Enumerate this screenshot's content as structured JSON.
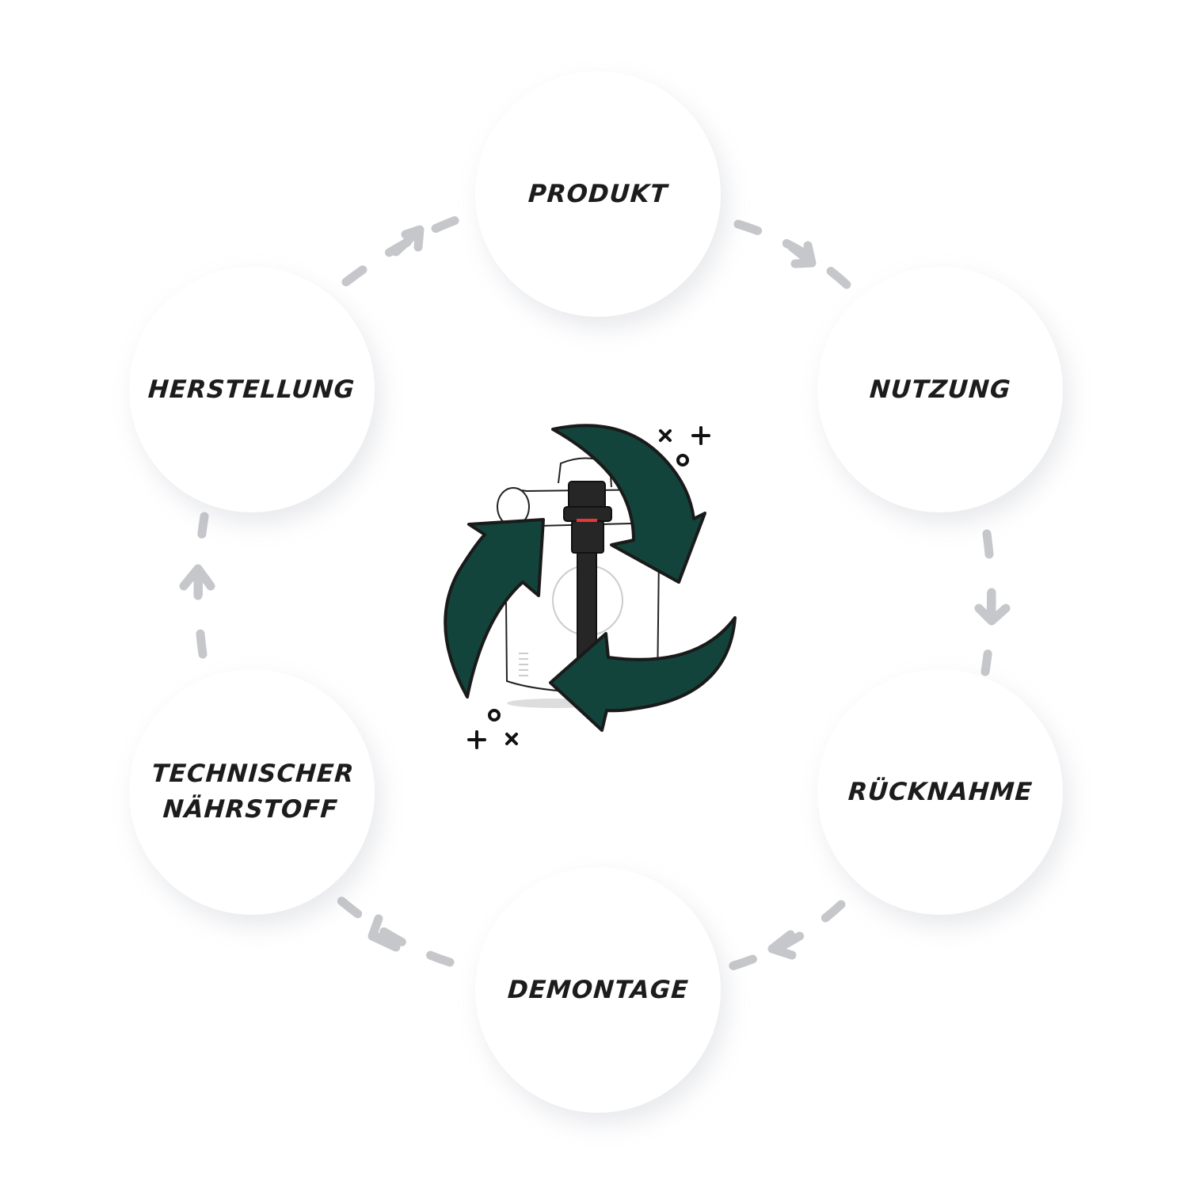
{
  "steps": [
    {
      "id": "produkt",
      "label": "PRODUKT"
    },
    {
      "id": "nutzung",
      "label": "NUTZUNG"
    },
    {
      "id": "ruecknahme",
      "label": "RÜCKNAHME"
    },
    {
      "id": "demontage",
      "label": "DEMONTAGE"
    },
    {
      "id": "technischer-naehrstoff",
      "label": "TECHNISCHER\nNÄHRSTOFF"
    },
    {
      "id": "herstellung",
      "label": "HERSTELLUNG"
    }
  ],
  "colors": {
    "arrow_green": "#12443c",
    "connector_gray": "#c6c7cb",
    "text": "#1c1c1c"
  }
}
